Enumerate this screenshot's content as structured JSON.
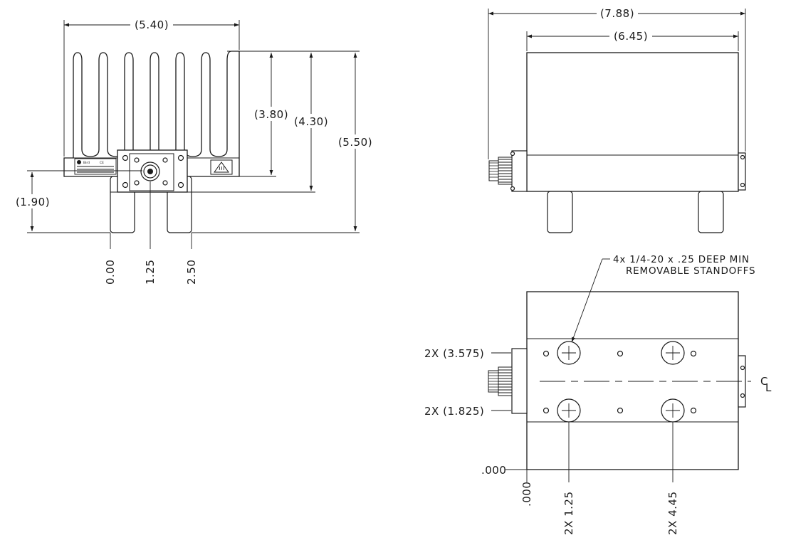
{
  "front_view": {
    "width_dim": "(5.40)",
    "fin_height_dim": "(3.80)",
    "body_height_dim": "(4.30)",
    "overall_height_dim": "(5.50)",
    "connector_height_dim": "(1.90)",
    "x_pos_0": "0.00",
    "x_pos_1": "1.25",
    "x_pos_2": "2.50"
  },
  "side_view": {
    "overall_length_dim": "(7.88)",
    "body_length_dim": "(6.45)"
  },
  "bottom_view": {
    "note_line1": "4x 1/4-20 x .25 DEEP MIN",
    "note_line2": "REMOVABLE STANDOFFS",
    "y_upper": "2X (3.575)",
    "y_lower": "2X (1.825)",
    "y_origin": ".000",
    "x_origin": ".000",
    "x_pos_1": "2X 1.25",
    "x_pos_2": "2X 4.45",
    "centerline_c": "C",
    "centerline_l": "L"
  }
}
